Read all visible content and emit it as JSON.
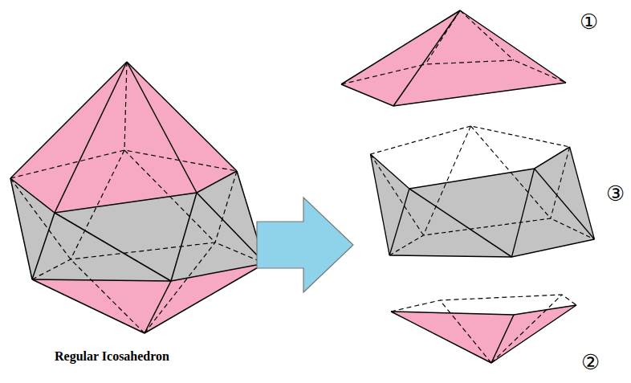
{
  "diagram": {
    "labels": [
      "①",
      "③",
      "Regular Icosahedron",
      "②"
    ]
  }
}
